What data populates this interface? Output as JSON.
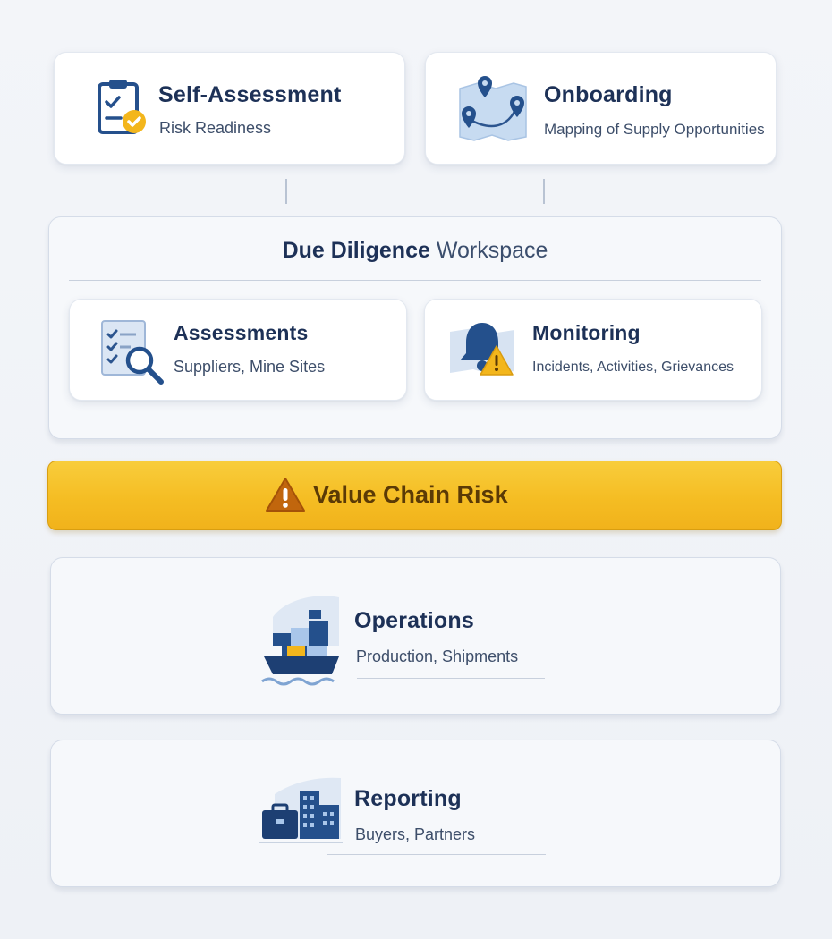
{
  "top": {
    "self_assessment": {
      "title": "Self-Assessment",
      "subtitle": "Risk Readiness",
      "icon": "clipboard-check-icon"
    },
    "onboarding": {
      "title": "Onboarding",
      "subtitle": "Mapping of Supply Opportunities",
      "icon": "map-pins-icon"
    }
  },
  "workspace": {
    "title_bold": "Due Diligence",
    "title_regular": "Workspace",
    "assessments": {
      "title": "Assessments",
      "subtitle": "Suppliers, Mine Sites",
      "icon": "checklist-search-icon"
    },
    "monitoring": {
      "title": "Monitoring",
      "subtitle": "Incidents, Activities, Grievances",
      "icon": "bell-warning-icon"
    }
  },
  "risk": {
    "label": "Value Chain Risk",
    "icon": "warning-icon"
  },
  "operations": {
    "title": "Operations",
    "subtitle": "Production, Shipments",
    "icon": "cargo-ship-icon"
  },
  "reporting": {
    "title": "Reporting",
    "subtitle": "Buyers, Partners",
    "icon": "briefcase-buildings-icon"
  },
  "colors": {
    "navy": "#1d3157",
    "accent_blue": "#2f5d9a",
    "gold": "#f5bd23",
    "background": "#f1f4f8"
  }
}
